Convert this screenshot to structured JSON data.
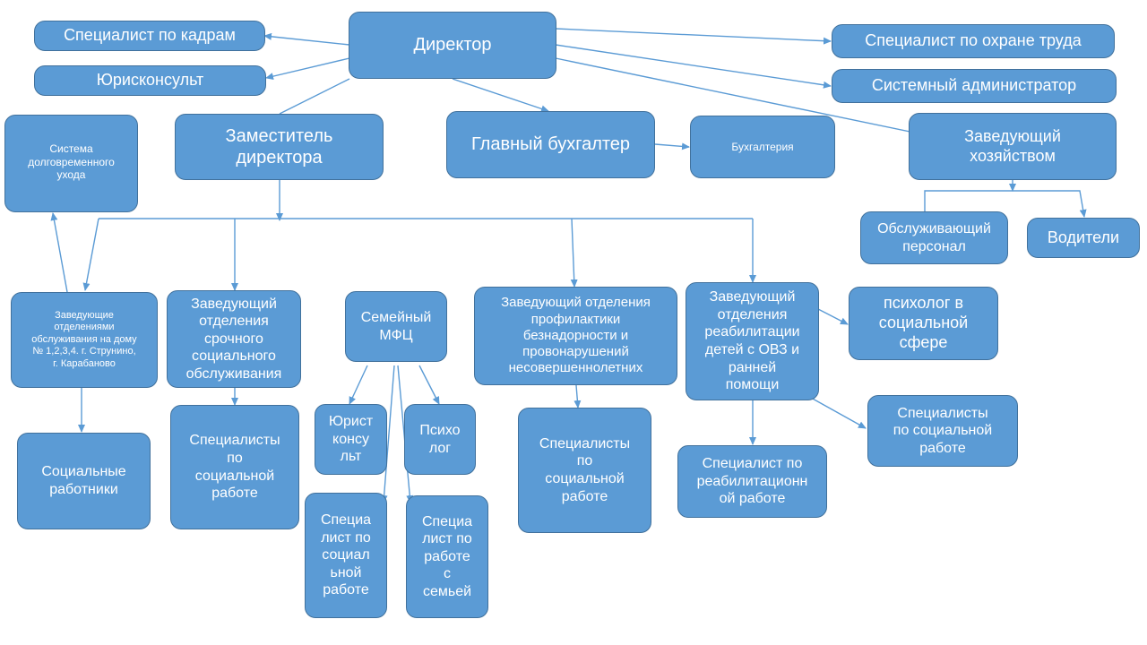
{
  "nodes": {
    "director": "Директор",
    "hr_specialist": "Специалист по кадрам",
    "legal_adviser": "Юрисконсульт",
    "safety_specialist": "Специалист по охране труда",
    "sysadmin": "Системный администратор",
    "deputy_director": "Заместитель\nдиректора",
    "chief_accountant": "Главный бухгалтер",
    "accounting": "Бухгалтерия",
    "facilities_head": "Заведующий\nхозяйством",
    "service_staff": "Обслуживающий\nперсонал",
    "drivers": "Водители",
    "longterm_care": "Система\nдолговременного\nухода",
    "home_care_heads": "Заведующие\nотделениями\nобслуживания на дому\n№ 1,2,3,4. г. Струнино,\nг. Карабаново",
    "urgent_service_head": "Заведующий\nотделения\nсрочного\nсоциального\nобслуживания",
    "family_mfc": "Семейный\nМФЦ",
    "prevention_head": "Заведующий отделения\nпрофилактики\nбезнадорности и\nпровонарушений\nнесовершеннолетних",
    "rehab_head": "Заведующий\nотделения\nреабилитации\nдетей с ОВЗ и\nранней\nпомощи",
    "psychologist_social": "психолог в\nсоциальной\nсфере",
    "social_workers": "Социальные\nработники",
    "social_specialists_urgent": "Специалисты\nпо\nсоциальной\nработе",
    "mfc_lawyer": "Юрист\nконсу\nльт",
    "mfc_psychologist": "Психо\nлог",
    "mfc_social_specialist": "Специа\nлист по\nсоциал\nьной\nработе",
    "mfc_family_specialist": "Специа\nлист по\nработе\nс\nсемьей",
    "social_specialists_prevention": "Специалисты\nпо\nсоциальной\nработе",
    "rehab_specialist": "Специалист по\nреабилитационн\nой работе",
    "social_specialists_rehab": "Специалисты\nпо социальной\nработе"
  },
  "colors": {
    "node_fill": "#5b9bd5",
    "node_border": "#41719c",
    "node_text": "#ffffff",
    "connector": "#5b9bd5"
  }
}
